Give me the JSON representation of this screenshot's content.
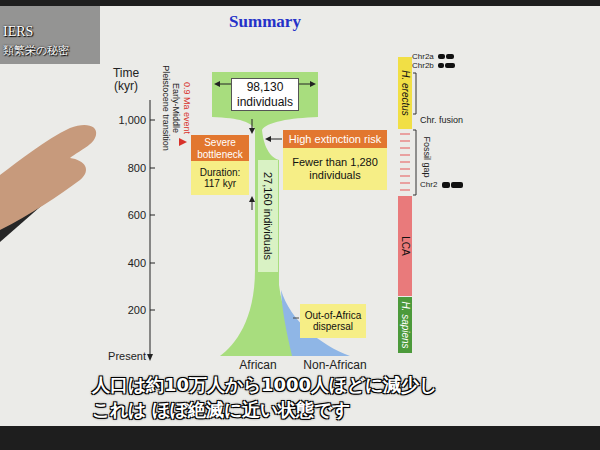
{
  "diagram": {
    "title": "Summary",
    "caption": "人口は約10万人から1000人ほどに減少し これは ほぼ絶滅に近い状態です",
    "nodes": [
      {
        "text": [
          "98,130 individuals"
        ]
      },
      {
        "text": [
          "Severe bottleneck"
        ]
      },
      {
        "text": [
          "Duration: 117 kyr"
        ]
      },
      {
        "text": [
          "High extinction risk"
        ]
      },
      {
        "text": [
          "Fewer than 1,280 individuals"
        ]
      },
      {
        "text": [
          "27,160 individuals"
        ]
      },
      {
        "text": [
          "Out-of-Africa dispersal"
        ]
      },
      {
        "text": [
          "H. erectus"
        ]
      },
      {
        "text": [
          "LCA"
        ]
      },
      {
        "text": [
          "H. sapiens"
        ]
      }
    ],
    "labels": [
      "IERS",
      "類繁栄の秘密",
      "Time (kyr)",
      "1,000",
      "800",
      "600",
      "400",
      "200",
      "Present",
      "Early-Middle Pleistocene transition",
      "0.9 Ma event",
      "Chr2a",
      "Chr2b",
      "Chr. fusion",
      "Fossil gap",
      "Chr2",
      "African",
      "Non-African"
    ]
  }
}
